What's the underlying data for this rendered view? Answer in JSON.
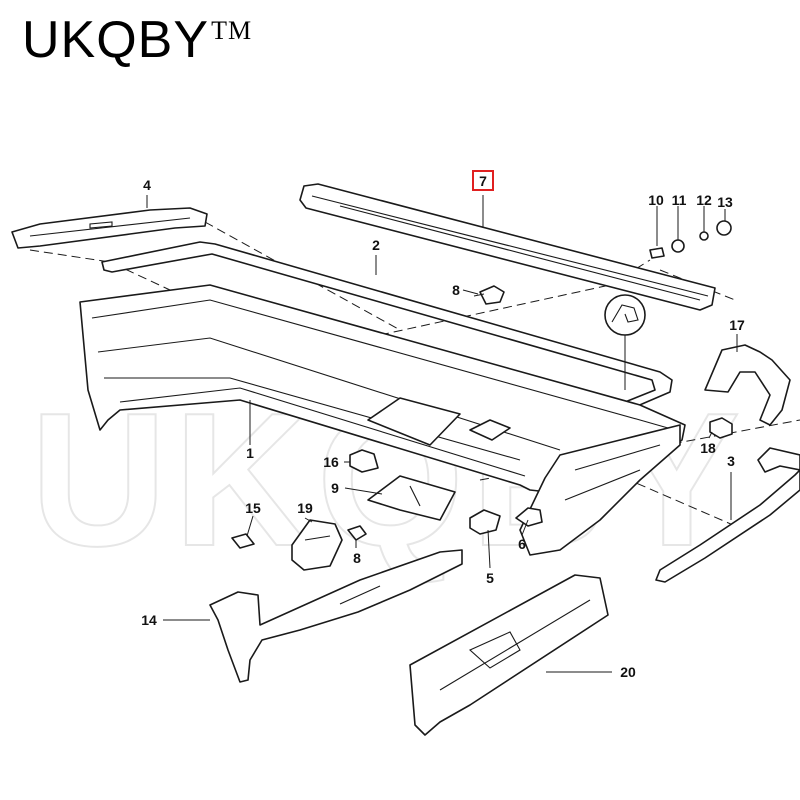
{
  "brand": {
    "name": "UKQBY",
    "trademark": "TM"
  },
  "watermark": "UKQBY",
  "highlight_color": "#e02020",
  "parts": [
    {
      "id": "p1",
      "label": "1"
    },
    {
      "id": "p2",
      "label": "2"
    },
    {
      "id": "p3",
      "label": "3"
    },
    {
      "id": "p4",
      "label": "4"
    },
    {
      "id": "p5",
      "label": "5"
    },
    {
      "id": "p6",
      "label": "6"
    },
    {
      "id": "p7",
      "label": "7",
      "highlighted": true
    },
    {
      "id": "p8a",
      "label": "8"
    },
    {
      "id": "p8b",
      "label": "8"
    },
    {
      "id": "p9",
      "label": "9"
    },
    {
      "id": "p10",
      "label": "10"
    },
    {
      "id": "p11",
      "label": "11"
    },
    {
      "id": "p12",
      "label": "12"
    },
    {
      "id": "p13",
      "label": "13"
    },
    {
      "id": "p14",
      "label": "14"
    },
    {
      "id": "p15",
      "label": "15"
    },
    {
      "id": "p16",
      "label": "16"
    },
    {
      "id": "p17",
      "label": "17"
    },
    {
      "id": "p18",
      "label": "18"
    },
    {
      "id": "p19",
      "label": "19"
    },
    {
      "id": "p20",
      "label": "20"
    }
  ]
}
